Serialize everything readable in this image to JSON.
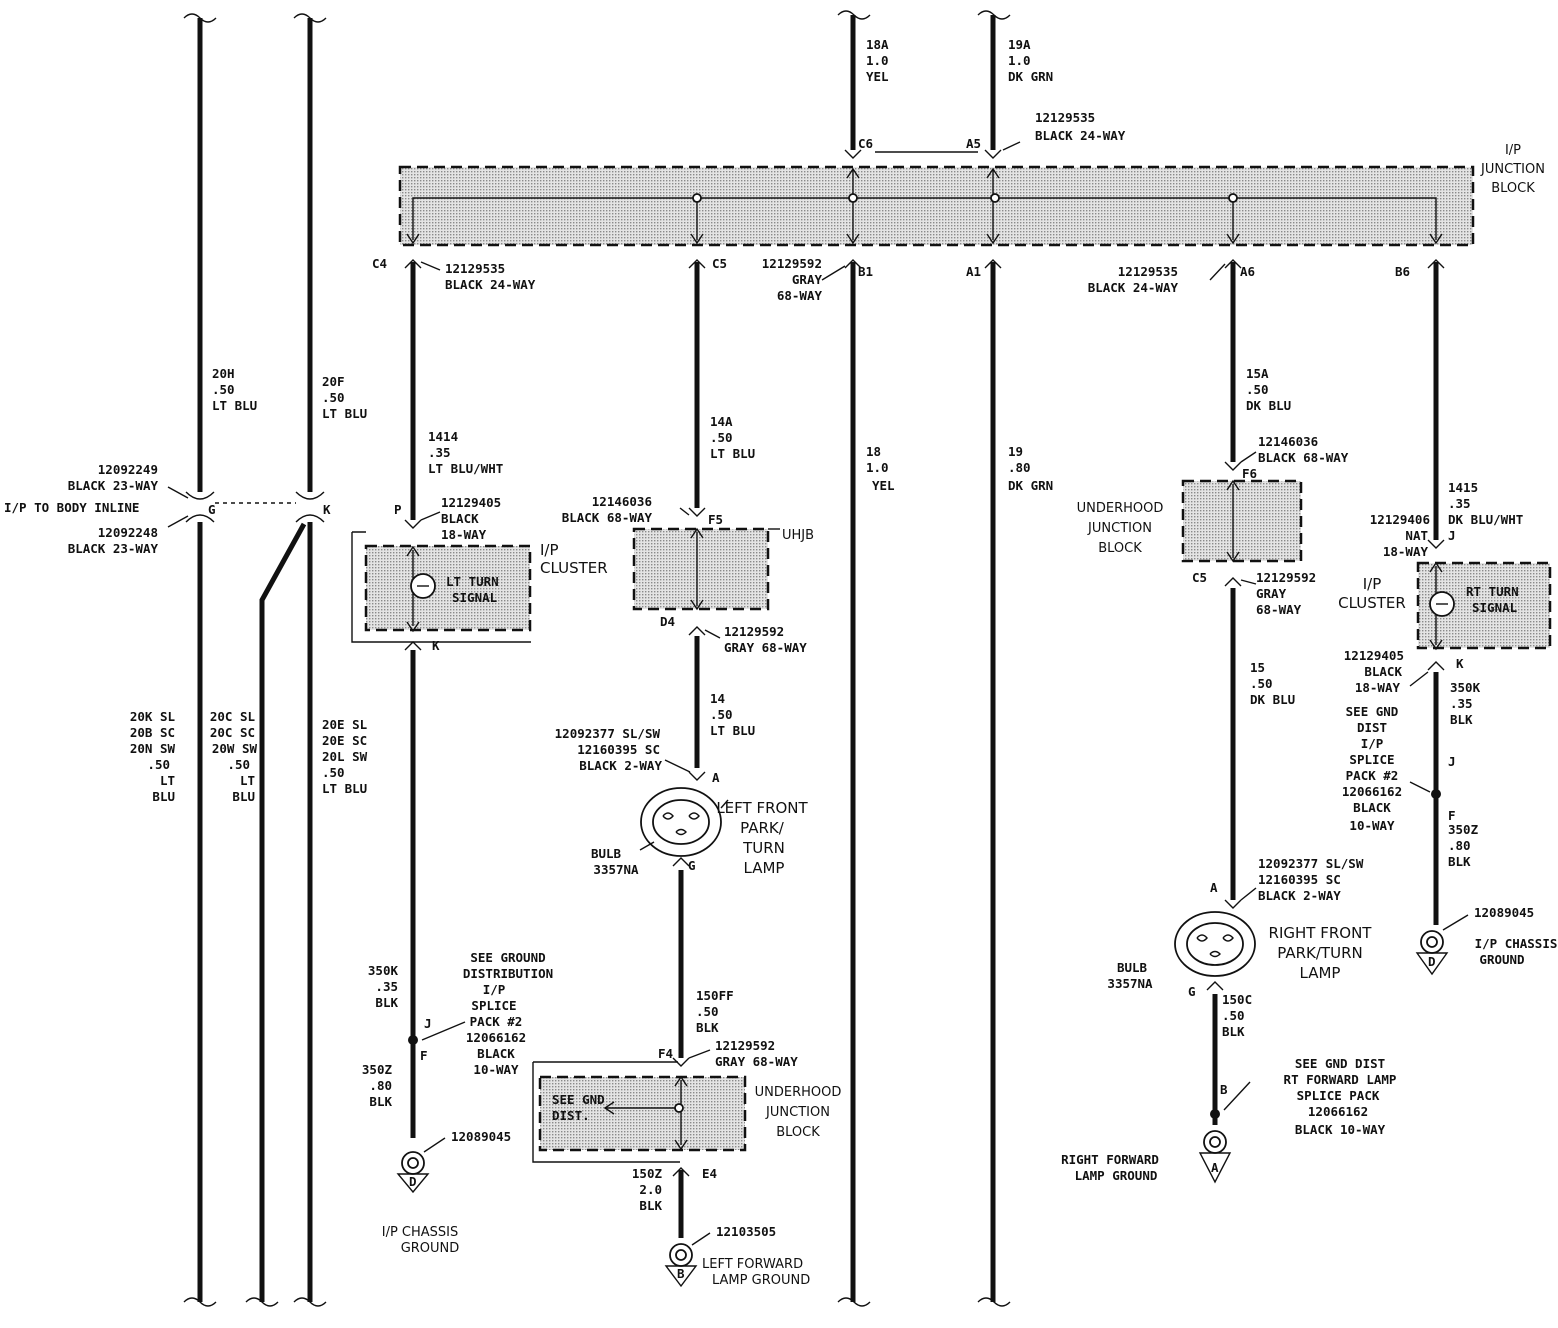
{
  "top_connectors": {
    "wire_18a": [
      "18A",
      "1.0",
      "YEL"
    ],
    "wire_19a": [
      "19A",
      "1.0",
      "DK GRN"
    ],
    "conn_part": [
      "12129535",
      "BLACK 24-WAY"
    ],
    "pin_c6": "C6",
    "pin_a5": "A5"
  },
  "ip_junction_block": [
    "I/P",
    "JUNCTION",
    "BLOCK"
  ],
  "lower_connectors": {
    "pin_c4": "C4",
    "pin_c5": "C5",
    "pin_b1": "B1",
    "pin_a1": "A1",
    "pin_a6": "A6",
    "pin_b6": "B6",
    "c4_part": [
      "12129535",
      "BLACK 24-WAY"
    ],
    "b1_part": [
      "12129592",
      "GRAY",
      "68-WAY"
    ],
    "a6_part": [
      "12129535",
      "BLACK 24-WAY"
    ]
  },
  "left_wires": {
    "w20h": [
      "20H",
      ".50",
      "LT BLU"
    ],
    "w20f": [
      "20F",
      ".50",
      "LT BLU"
    ],
    "inline_top": [
      "12092249",
      "BLACK 23-WAY"
    ],
    "inline_label": "I/P TO BODY INLINE",
    "inline_bottom": [
      "12092248",
      "BLACK 23-WAY"
    ],
    "pin_g": "G",
    "pin_k": "K",
    "w20k": [
      "20K SL",
      "20B SC",
      "20N SW",
      ".50",
      "LT",
      "BLU"
    ],
    "w20c": [
      "20C SL",
      "20C SC",
      "20W SW",
      ".50",
      "LT",
      "BLU"
    ],
    "w20e": [
      "20E SL",
      "20E SC",
      "20L SW",
      ".50",
      "LT BLU"
    ]
  },
  "lt_turn_circuit": {
    "wire_1414": [
      "1414",
      ".35",
      "LT BLU/WHT"
    ],
    "pin_p": "P",
    "cluster_conn": [
      "12129405",
      "BLACK",
      "18-WAY"
    ],
    "cluster_label": [
      "I/P",
      "CLUSTER"
    ],
    "lamp_label": [
      "LT TURN",
      "SIGNAL"
    ],
    "pin_k": "K",
    "wire_350k": [
      "350K",
      ".35",
      "BLK"
    ],
    "splice_note": [
      "SEE GROUND",
      "DISTRIBUTION",
      "I/P",
      "SPLICE",
      "PACK #2",
      "12066162",
      "BLACK",
      "10-WAY"
    ],
    "pin_j": "J",
    "pin_f": "F",
    "wire_350z": [
      "350Z",
      ".80",
      "BLK"
    ],
    "ground_part": "12089045",
    "ground_letter": "D",
    "ground_label": [
      "I/P CHASSIS",
      "GROUND"
    ]
  },
  "lf_lamp_circuit": {
    "wire_14a": [
      "14A",
      ".50",
      "LT BLU"
    ],
    "uhjb_conn": [
      "12146036",
      "BLACK 68-WAY"
    ],
    "pin_f5": "F5",
    "uhjb_label": "UHJB",
    "pin_d4": "D4",
    "d4_part": [
      "12129592",
      "GRAY 68-WAY"
    ],
    "wire_14": [
      "14",
      ".50",
      "LT BLU"
    ],
    "lamp_conn": [
      "12092377 SL/SW",
      "12160395 SC",
      "BLACK 2-WAY"
    ],
    "pin_a": "A",
    "lamp_label": [
      "LEFT FRONT",
      "PARK/",
      "TURN",
      "LAMP"
    ],
    "bulb": [
      "BULB",
      "3357NA"
    ],
    "pin_g": "G",
    "wire_150ff": [
      "150FF",
      ".50",
      "BLK"
    ],
    "pin_f4": "F4",
    "f4_part": [
      "12129592",
      "GRAY 68-WAY"
    ],
    "uhjb2_label": [
      "UNDERHOOD",
      "JUNCTION",
      "BLOCK"
    ],
    "gnd_dist": [
      "SEE GND",
      "DIST."
    ],
    "wire_150z": [
      "150Z",
      "2.0",
      "BLK"
    ],
    "pin_e4": "E4",
    "ground_part": "12103505",
    "ground_letter": "B",
    "ground_label": [
      "LEFT FORWARD",
      "LAMP GROUND"
    ]
  },
  "center_wires": {
    "wire_18": [
      "18",
      "1.0",
      "YEL"
    ],
    "wire_19": [
      "19",
      ".80",
      "DK GRN"
    ]
  },
  "rf_lamp_circuit": {
    "wire_15a": [
      "15A",
      ".50",
      "DK BLU"
    ],
    "uhjb_conn": [
      "12146036",
      "BLACK 68-WAY"
    ],
    "pin_f6": "F6",
    "uhjb_label": [
      "UNDERHOOD",
      "JUNCTION",
      "BLOCK"
    ],
    "pin_c5": "C5",
    "c5_part": [
      "12129592",
      "GRAY",
      "68-WAY"
    ],
    "wire_15": [
      "15",
      ".50",
      "DK BLU"
    ],
    "lamp_conn": [
      "12092377 SL/SW",
      "12160395 SC",
      "BLACK 2-WAY"
    ],
    "pin_a": "A",
    "lamp_label": [
      "RIGHT FRONT",
      "PARK/TURN",
      "LAMP"
    ],
    "bulb": [
      "BULB",
      "3357NA"
    ],
    "pin_g": "G",
    "wire_150c": [
      "150C",
      ".50",
      "BLK"
    ],
    "splice_note": [
      "SEE GND DIST",
      "RT FORWARD LAMP",
      "SPLICE PACK",
      "12066162",
      "BLACK 10-WAY"
    ],
    "pin_b": "B",
    "ground_letter": "A",
    "ground_label": [
      "RIGHT FORWARD",
      "LAMP GROUND"
    ]
  },
  "rt_turn_circuit": {
    "wire_1415": [
      "1415",
      ".35",
      "DK BLU/WHT"
    ],
    "cluster_conn": [
      "12129406",
      "NAT",
      "18-WAY"
    ],
    "pin_j": "J",
    "cluster_label": [
      "I/P",
      "CLUSTER"
    ],
    "lamp_label": [
      "RT TURN",
      "SIGNAL"
    ],
    "k_conn": [
      "12129405",
      "BLACK",
      "18-WAY"
    ],
    "pin_k": "K",
    "splice_note": [
      "SEE GND",
      "DIST",
      "I/P",
      "SPLICE",
      "PACK #2",
      "12066162",
      "BLACK",
      "10-WAY"
    ],
    "wire_350k": [
      "350K",
      ".35",
      "BLK"
    ],
    "pin_j2": "J",
    "pin_f": "F",
    "wire_350z": [
      "350Z",
      ".80",
      "BLK"
    ],
    "ground_part": "12089045",
    "ground_letter": "D",
    "ground_label": [
      "I/P CHASSIS",
      "GROUND"
    ]
  }
}
